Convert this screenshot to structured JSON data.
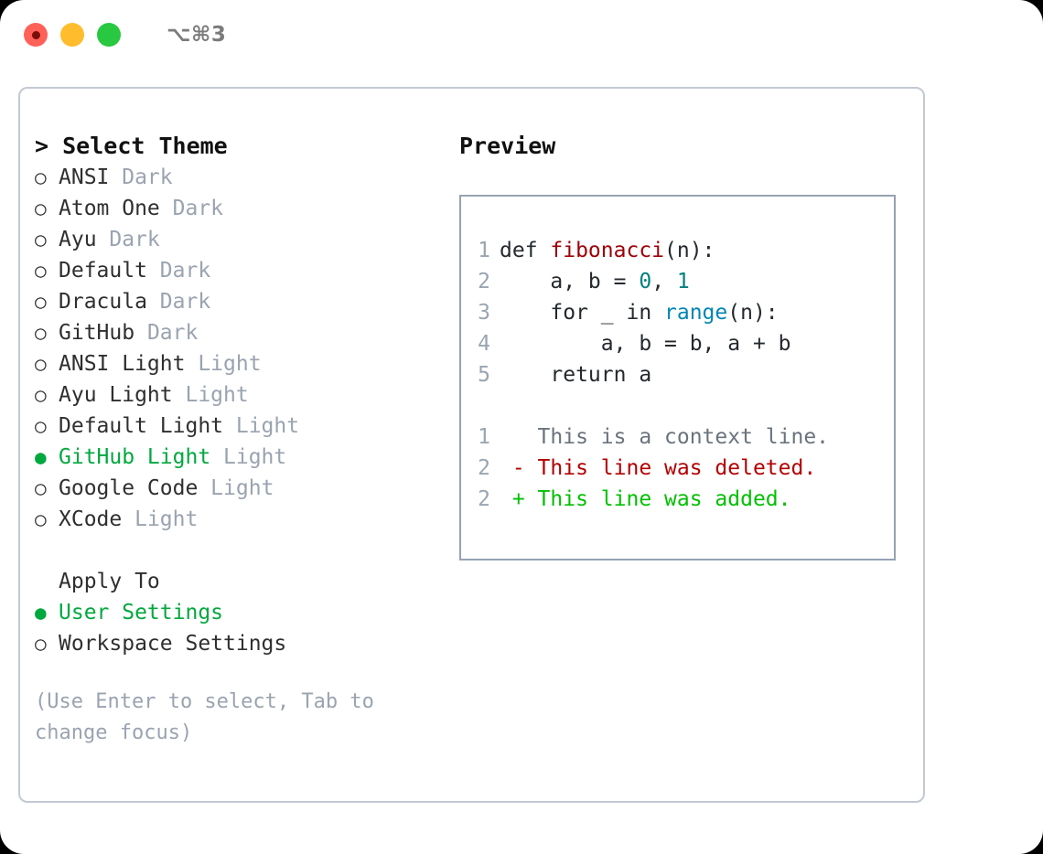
{
  "window": {
    "shortcut": "⌥⌘3",
    "traffic_lights": [
      "close",
      "minimize",
      "zoom"
    ]
  },
  "theme_picker": {
    "heading_caret": "> ",
    "heading": "Select Theme",
    "bullet_unselected": "○",
    "bullet_selected": "●",
    "items": [
      {
        "label": "ANSI",
        "suffix": "Dark",
        "selected": false
      },
      {
        "label": "Atom One",
        "suffix": "Dark",
        "selected": false
      },
      {
        "label": "Ayu",
        "suffix": "Dark",
        "selected": false
      },
      {
        "label": "Default",
        "suffix": "Dark",
        "selected": false
      },
      {
        "label": "Dracula",
        "suffix": "Dark",
        "selected": false
      },
      {
        "label": "GitHub",
        "suffix": "Dark",
        "selected": false
      },
      {
        "label": "ANSI Light",
        "suffix": "Light",
        "selected": false
      },
      {
        "label": "Ayu Light",
        "suffix": "Light",
        "selected": false
      },
      {
        "label": "Default Light",
        "suffix": "Light",
        "selected": false
      },
      {
        "label": "GitHub Light",
        "suffix": "Light",
        "selected": true
      },
      {
        "label": "Google Code",
        "suffix": "Light",
        "selected": false
      },
      {
        "label": "XCode",
        "suffix": "Light",
        "selected": false
      }
    ]
  },
  "apply_to": {
    "title": "Apply To",
    "items": [
      {
        "label": "User Settings",
        "selected": true
      },
      {
        "label": "Workspace Settings",
        "selected": false
      }
    ]
  },
  "hint": "(Use Enter to select, Tab to change focus)",
  "preview": {
    "title": "Preview",
    "code_lines": [
      {
        "number": "1",
        "tokens": [
          {
            "text": "def ",
            "type": "kw"
          },
          {
            "text": "fibonacci",
            "type": "fn"
          },
          {
            "text": "(n):",
            "type": "plain"
          }
        ]
      },
      {
        "number": "2",
        "tokens": [
          {
            "text": "    a, b = ",
            "type": "plain"
          },
          {
            "text": "0",
            "type": "num"
          },
          {
            "text": ", ",
            "type": "plain"
          },
          {
            "text": "1",
            "type": "num"
          }
        ]
      },
      {
        "number": "3",
        "tokens": [
          {
            "text": "    for _ in ",
            "type": "kw"
          },
          {
            "text": "range",
            "type": "call"
          },
          {
            "text": "(n):",
            "type": "plain"
          }
        ]
      },
      {
        "number": "4",
        "tokens": [
          {
            "text": "        a, b = b, a + b",
            "type": "plain"
          }
        ]
      },
      {
        "number": "5",
        "tokens": [
          {
            "text": "    return a",
            "type": "kw"
          }
        ]
      }
    ],
    "diff_lines": [
      {
        "number": "1",
        "marker": "  ",
        "text": "This is a context line.",
        "type": "ctx"
      },
      {
        "number": "2",
        "marker": "- ",
        "text": "This line was deleted.",
        "type": "del"
      },
      {
        "number": "2",
        "marker": "+ ",
        "text": "This line was added.",
        "type": "add"
      }
    ]
  },
  "colors": {
    "selected_green": "#00a83e",
    "muted_gray": "#9aa3b0",
    "diff_add": "#00c000",
    "diff_del": "#b30000",
    "function_red": "#9d0006",
    "number_teal": "#007f7f",
    "call_blue": "#0086b3"
  }
}
